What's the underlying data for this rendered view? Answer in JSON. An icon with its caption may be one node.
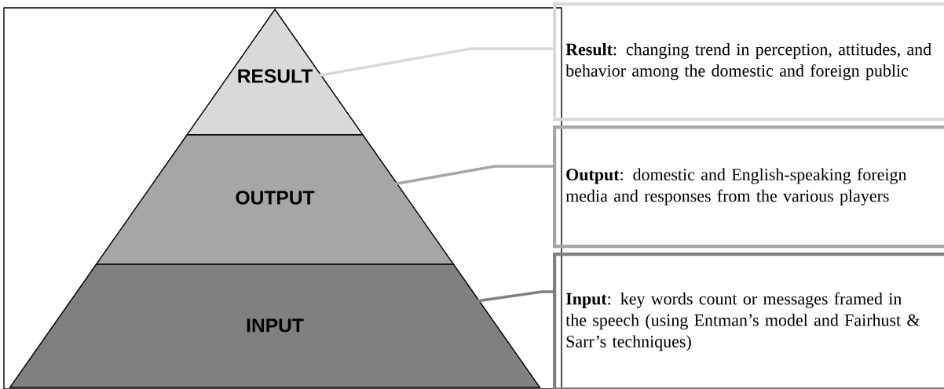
{
  "diagram": {
    "nodes": [
      {
        "text": [
          "RESULT"
        ]
      },
      {
        "text": [
          "OUTPUT"
        ]
      },
      {
        "text": [
          "INPUT"
        ]
      },
      {
        "text": [
          "**Result**: changing trend in perception, attitudes, and behavior among the domestic and foreign public"
        ]
      },
      {
        "text": [
          "**Output**: domestic and English-speaking foreign media and responses from the various players"
        ]
      },
      {
        "text": [
          "**Input**: key words count or messages framed in the speech (using Entman’s model and Fairhust & Sarr’s techniques)"
        ]
      }
    ],
    "edges": [
      {
        "from": 0,
        "to": 3,
        "arrow": "none",
        "color": "#d9d9d9"
      },
      {
        "from": 1,
        "to": 4,
        "arrow": "none",
        "color": "#a6a6a6"
      },
      {
        "from": 2,
        "to": 5,
        "arrow": "none",
        "color": "#808080"
      }
    ]
  }
}
